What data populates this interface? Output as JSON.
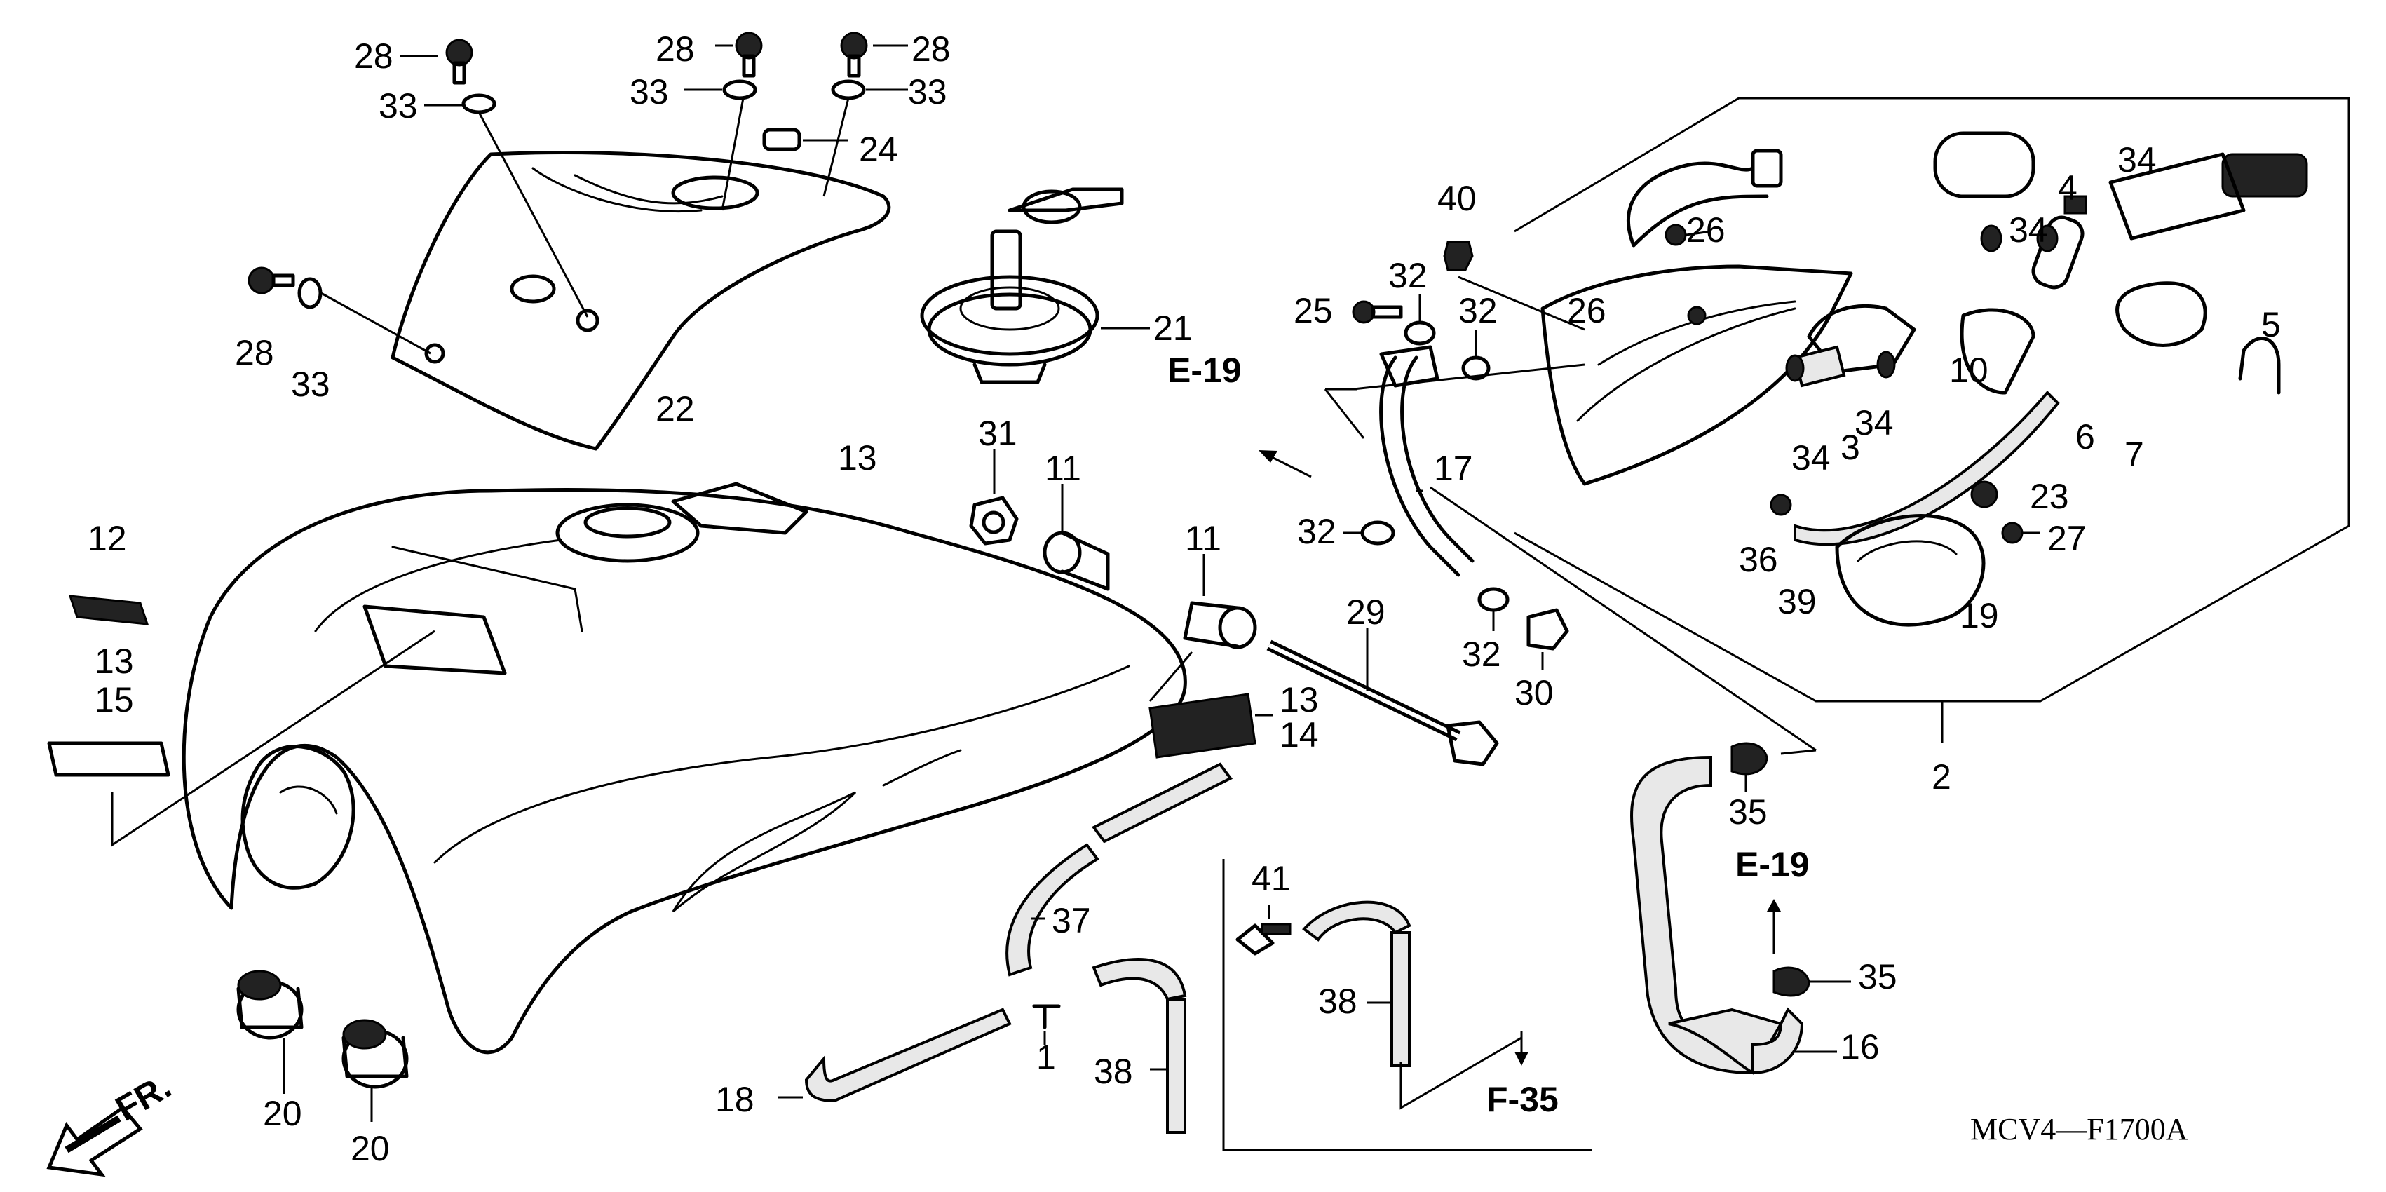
{
  "labels": [
    {
      "id": "p28a",
      "text": "28"
    },
    {
      "id": "p33a",
      "text": "33"
    },
    {
      "id": "p28b",
      "text": "28"
    },
    {
      "id": "p33b",
      "text": "33"
    },
    {
      "id": "p28c",
      "text": "28"
    },
    {
      "id": "p33c",
      "text": "33"
    },
    {
      "id": "p24",
      "text": "24"
    },
    {
      "id": "p28d",
      "text": "28"
    },
    {
      "id": "p33d",
      "text": "33"
    },
    {
      "id": "p22",
      "text": "22"
    },
    {
      "id": "p21",
      "text": "21"
    },
    {
      "id": "p13a",
      "text": "13"
    },
    {
      "id": "p12",
      "text": "12"
    },
    {
      "id": "p13b",
      "text": "13"
    },
    {
      "id": "p15",
      "text": "15"
    },
    {
      "id": "p31",
      "text": "31"
    },
    {
      "id": "p11a",
      "text": "11"
    },
    {
      "id": "p11b",
      "text": "11"
    },
    {
      "id": "p29",
      "text": "29"
    },
    {
      "id": "p13c",
      "text": "13"
    },
    {
      "id": "p14",
      "text": "14"
    },
    {
      "id": "p40",
      "text": "40"
    },
    {
      "id": "p25",
      "text": "25"
    },
    {
      "id": "p32a",
      "text": "32"
    },
    {
      "id": "p32b",
      "text": "32"
    },
    {
      "id": "p26a",
      "text": "26"
    },
    {
      "id": "p26b",
      "text": "26"
    },
    {
      "id": "p17",
      "text": "17"
    },
    {
      "id": "p32c",
      "text": "32"
    },
    {
      "id": "p32d",
      "text": "32"
    },
    {
      "id": "p30",
      "text": "30"
    },
    {
      "id": "p4",
      "text": "4"
    },
    {
      "id": "p34a",
      "text": "34"
    },
    {
      "id": "p34b",
      "text": "34"
    },
    {
      "id": "p5",
      "text": "5"
    },
    {
      "id": "p10",
      "text": "10"
    },
    {
      "id": "p6",
      "text": "6"
    },
    {
      "id": "p7",
      "text": "7"
    },
    {
      "id": "p34c",
      "text": "34"
    },
    {
      "id": "p3",
      "text": "3"
    },
    {
      "id": "p34d",
      "text": "34"
    },
    {
      "id": "p23",
      "text": "23"
    },
    {
      "id": "p27",
      "text": "27"
    },
    {
      "id": "p36",
      "text": "36"
    },
    {
      "id": "p39",
      "text": "39"
    },
    {
      "id": "p19",
      "text": "19"
    },
    {
      "id": "p2",
      "text": "2"
    },
    {
      "id": "p35a",
      "text": "35"
    },
    {
      "id": "p35b",
      "text": "35"
    },
    {
      "id": "p16",
      "text": "16"
    },
    {
      "id": "p37",
      "text": "37"
    },
    {
      "id": "p41",
      "text": "41"
    },
    {
      "id": "p38a",
      "text": "38"
    },
    {
      "id": "p38b",
      "text": "38"
    },
    {
      "id": "p1",
      "text": "1"
    },
    {
      "id": "p18",
      "text": "18"
    },
    {
      "id": "p20a",
      "text": "20"
    },
    {
      "id": "p20b",
      "text": "20"
    }
  ],
  "refs": {
    "e19_top": "E-19",
    "e19_right": "E-19",
    "f35": "F-35"
  },
  "front_marker": "FR.",
  "diagram_code": "MCV4—F1700A"
}
